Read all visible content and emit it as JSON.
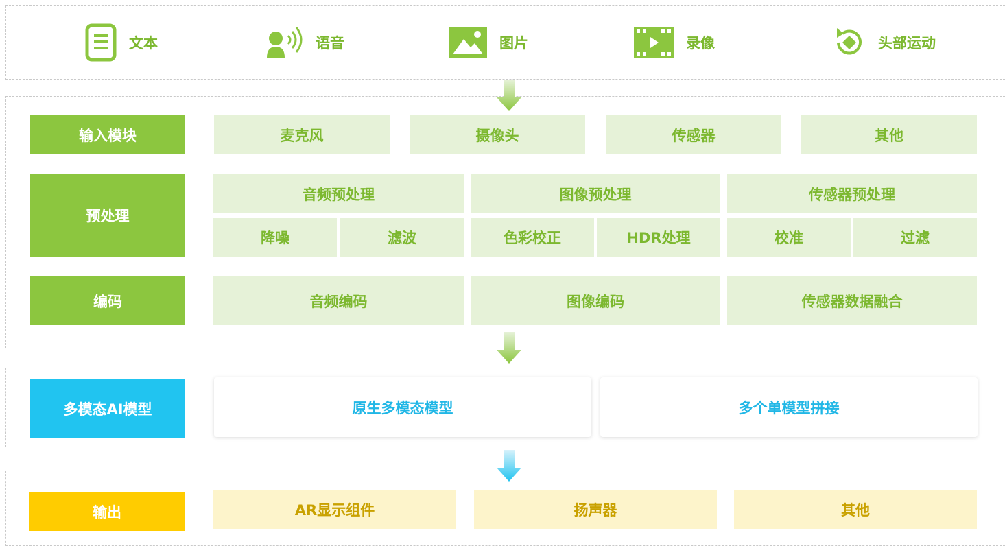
{
  "inputs": [
    {
      "label": "文本",
      "icon": "document-icon"
    },
    {
      "label": "语音",
      "icon": "voice-icon"
    },
    {
      "label": "图片",
      "icon": "image-icon"
    },
    {
      "label": "录像",
      "icon": "video-icon"
    },
    {
      "label": "头部运动",
      "icon": "head-motion-icon"
    }
  ],
  "input_module": {
    "label": "输入模块",
    "items": [
      "麦克风",
      "摄像头",
      "传感器",
      "其他"
    ]
  },
  "preprocess": {
    "label": "预处理",
    "groups": [
      {
        "title": "音频预处理",
        "items": [
          "降噪",
          "滤波"
        ]
      },
      {
        "title": "图像预处理",
        "items": [
          "色彩校正",
          "HDR处理"
        ]
      },
      {
        "title": "传感器预处理",
        "items": [
          "校准",
          "过滤"
        ]
      }
    ]
  },
  "encode": {
    "label": "编码",
    "items": [
      "音频编码",
      "图像编码",
      "传感器数据融合"
    ]
  },
  "model": {
    "label": "多模态AI模型",
    "items": [
      "原生多模态模型",
      "多个单模型拼接"
    ]
  },
  "output": {
    "label": "输出",
    "items": [
      "AR显示组件",
      "扬声器",
      "其他"
    ]
  },
  "colors": {
    "green": "#8cc63f",
    "light_green": "#e6f2d8",
    "blue": "#21c4f0",
    "yellow": "#ffcc00",
    "light_yellow": "#fdf4cb"
  }
}
